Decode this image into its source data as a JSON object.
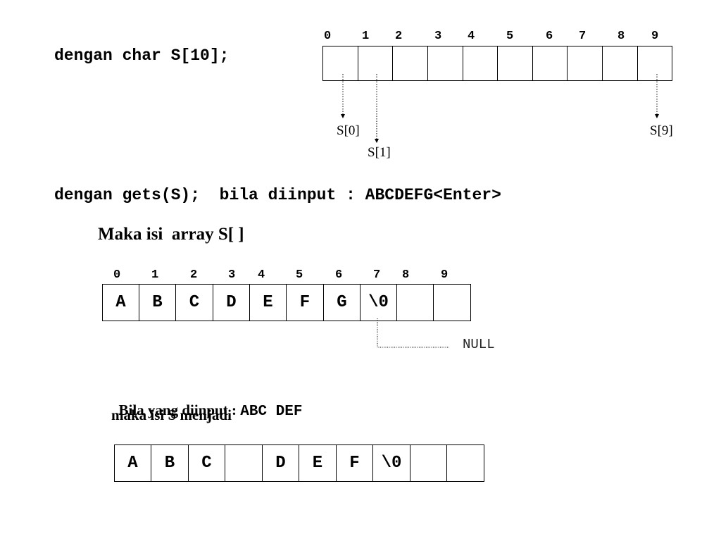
{
  "section1": {
    "declaration": "dengan char S[10];",
    "indices": [
      "0",
      "1",
      "2",
      "3",
      "4",
      "5",
      "6",
      "7",
      "8",
      "9"
    ],
    "cells": [
      "",
      "",
      "",
      "",
      "",
      "",
      "",
      "",
      "",
      ""
    ],
    "refs": {
      "s0": "S[0]",
      "s1": "S[1]",
      "s9": "S[9]"
    }
  },
  "section2": {
    "code_line": "dengan gets(S);  bila diinput : ABCDEFG<Enter>",
    "heading": "Maka isi  array S[ ]",
    "indices": [
      "0",
      "1",
      "2",
      "3",
      "4",
      "5",
      "6",
      "7",
      "8",
      "9"
    ],
    "cells": [
      "A",
      "B",
      "C",
      "D",
      "E",
      "F",
      "G",
      "\\0",
      "",
      ""
    ],
    "null_label": "NULL"
  },
  "section3": {
    "line1_prefix": "Bila yang diinput : ",
    "line1_code": "ABC DEF",
    "line2": "maka isi S menjadi",
    "cells": [
      "A",
      "B",
      "C",
      "",
      "D",
      "E",
      "F",
      "\\0",
      "",
      ""
    ]
  },
  "colors": {
    "text": "#000000",
    "background": "#ffffff",
    "line": "#000000"
  }
}
